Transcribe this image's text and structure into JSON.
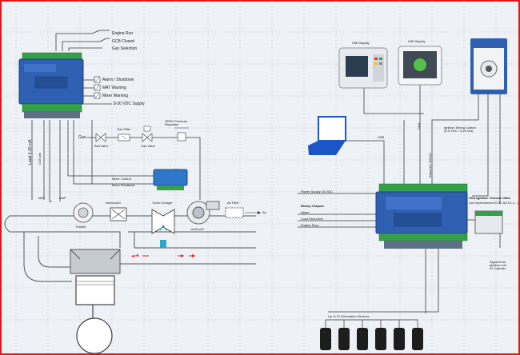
{
  "colors": {
    "frame": "#e01818",
    "background": "#eef2f6",
    "grid_dots": "#9aa3ad",
    "wire": "#3a3a3a",
    "controller_blue": "#2f5fb0",
    "terminal_green": "#35a04a",
    "laptop_blue": "#1c55c8",
    "flow_red": "#e02020",
    "flow_teal": "#2aa7c9"
  },
  "left": {
    "inputs": [
      "Engine Run",
      "GCB Closed",
      "Gas Selection"
    ],
    "outputs": [
      "Alarm / Shutdown",
      "MAT Warning",
      "Mixer Warning",
      "8-30 VDC Supply"
    ],
    "gas": "Gas",
    "ball_valve": "Ball Valve",
    "gas_filter": "Gas Filter",
    "gas_valve": "Gas Valve",
    "zero_pressure_regulator": "ZERO Pressure\nRegulator",
    "load_signal": "Load 4-20 mA",
    "cos_phi": "COS phi",
    "mixer_control": "Mixer Control",
    "mixer_feedback": "Mixer Feedback",
    "intercooler": "Intercooler",
    "turbo_charger": "Turbo Charger",
    "venturi": "VariFuel2",
    "air_filter": "Air Filter",
    "air": "Air",
    "mat": "MAT",
    "map": "MAP",
    "throttle": "Throttle"
  },
  "right": {
    "hmi1": "HMI Display",
    "hmi2": "HMI Display",
    "ignition_timing": "Ignition Timing Control\n(0-5 VDC / 4-20 mA)",
    "usb": "USB",
    "can": "CAN",
    "ethernet": "Ethernet / RS232",
    "power_supply": "Power Supply 24 VDC",
    "binary_outputs": "Binary Outputs",
    "alarm": "Alarm",
    "load_reduction": "Load Reduction",
    "engine_stop": "Engine Stop",
    "knock_title": "VKA Ignition / Sensor Units",
    "knock_sub": "(not implemented ECU, AUTO-1...)",
    "signal_from": "Signal from\nIgnition Coil\n#1 Cylinder",
    "sensors_label": "Up to 12 Detonation Sensors",
    "sensor_count": 6
  }
}
